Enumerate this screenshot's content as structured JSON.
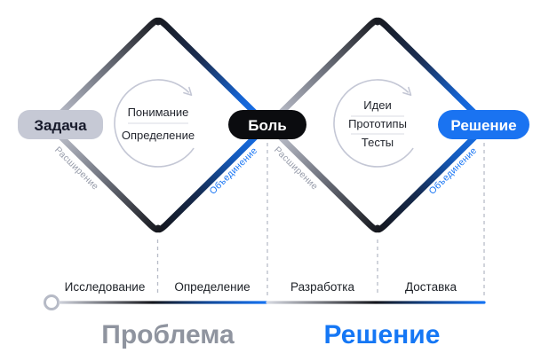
{
  "pills": {
    "task": "Задача",
    "pain": "Боль",
    "solution": "Решение"
  },
  "diamond1": {
    "cycle": [
      "Понимание",
      "Определение"
    ],
    "expand": "Расширение",
    "converge": "Объединение"
  },
  "diamond2": {
    "cycle": [
      "Идеи",
      "Прототипы",
      "Тесты"
    ],
    "expand": "Расширение",
    "converge": "Объединение"
  },
  "timeline": {
    "phases": [
      "Исследование",
      "Определение",
      "Разработка",
      "Доставка"
    ]
  },
  "footer": {
    "problem": "Проблема",
    "solution": "Решение"
  },
  "colors": {
    "accent_blue": "#1674f4",
    "near_black": "#15171d",
    "light_gray": "#c9ccd8",
    "footer_gray": "#8f949f",
    "footer_blue": "#1577f5"
  }
}
